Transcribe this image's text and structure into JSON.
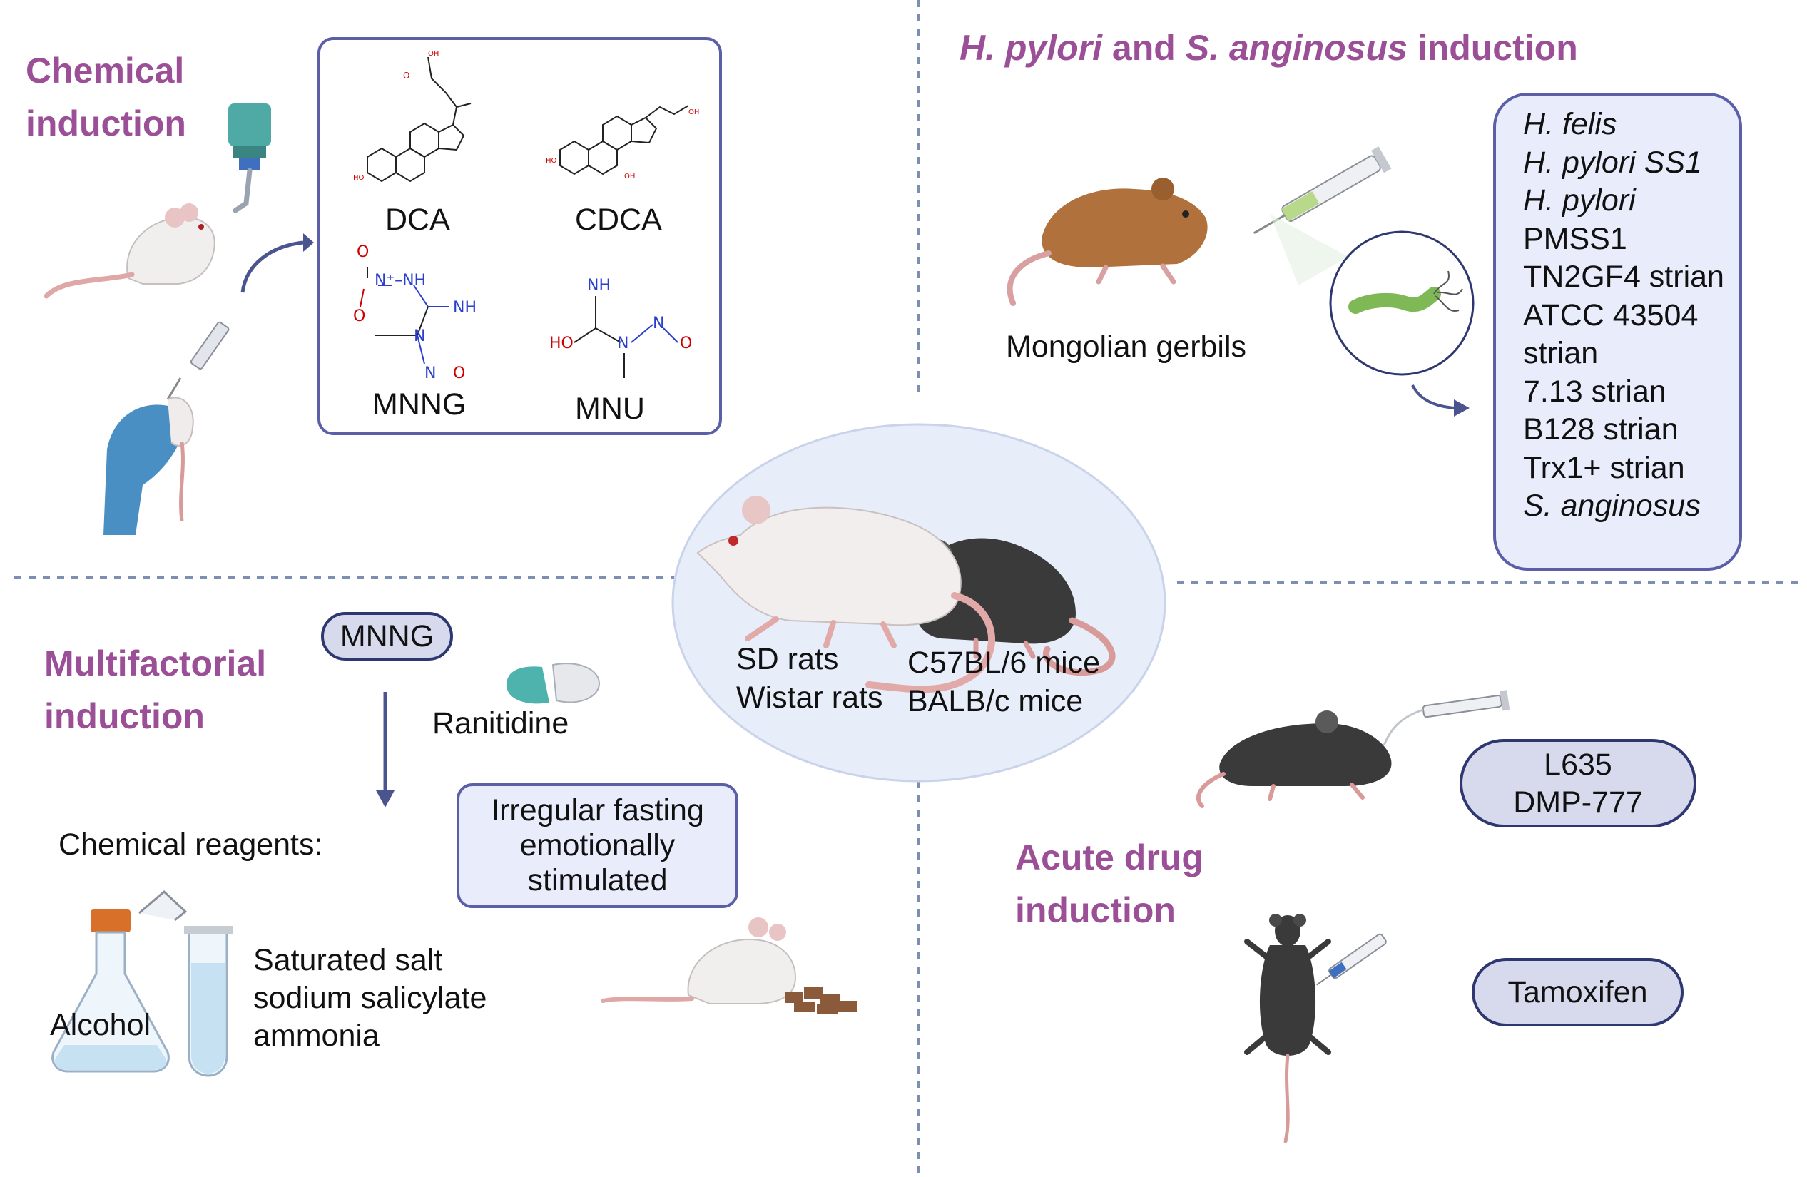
{
  "chemical": {
    "title_line1": "Chemical",
    "title_line2": "induction",
    "compounds": [
      "DCA",
      "CDCA",
      "MNNG",
      "MNU"
    ]
  },
  "hpylori": {
    "title_part1": "H. pylori",
    "title_part2": " and ",
    "title_part3": "S. anginosus",
    "title_part4": " induction",
    "host": "Mongolian gerbils",
    "strains": [
      {
        "text": "H. felis",
        "italic": true
      },
      {
        "text": "H. pylori SS1",
        "italic": true
      },
      {
        "text": "H. pylori",
        "italic": true
      },
      {
        "text": "PMSS1",
        "italic": false
      },
      {
        "text": "TN2GF4 strian",
        "italic": false
      },
      {
        "text": "ATCC 43504",
        "italic": false
      },
      {
        "text": "strian",
        "italic": false
      },
      {
        "text": "7.13 strian",
        "italic": false
      },
      {
        "text": "B128 strian",
        "italic": false
      },
      {
        "text": "Trx1+ strian",
        "italic": false
      },
      {
        "text": "S. anginosus",
        "italic": true
      }
    ]
  },
  "center": {
    "rats_1": "SD rats",
    "rats_2": "Wistar rats",
    "mice_1": "C57BL/6 mice",
    "mice_2": "BALB/c mice"
  },
  "multifactorial": {
    "title_line1": "Multifactorial",
    "title_line2": "induction",
    "pill": "MNNG",
    "drug": "Ranitidine",
    "reagents_label": "Chemical reagents:",
    "factors_1": "Irregular fasting",
    "factors_2": "emotionally",
    "factors_3": "stimulated",
    "bottle_label": "Alcohol",
    "reagent_1": "Saturated salt",
    "reagent_2": "sodium salicylate",
    "reagent_3": "ammonia"
  },
  "acute": {
    "title_line1": "Acute drug",
    "title_line2": "induction",
    "drug_1": "L635",
    "drug_2": "DMP-777",
    "drug_3": "Tamoxifen"
  },
  "colors": {
    "heading": "#9b4f96",
    "divider": "#7d8fb0",
    "box_border": "#5a5fa8",
    "box_fill": "#e8ecfb",
    "pill_border": "#2e3770",
    "pill_fill": "#d7daec",
    "arrow": "#4a5590"
  },
  "icons": [
    "mouse-icon",
    "syringe-icon",
    "water-bottle-icon",
    "gloved-hand-icon",
    "gerbil-icon",
    "bacterium-icon",
    "capsule-icon",
    "flask-icon",
    "test-tube-icon",
    "food-pellets-icon"
  ]
}
